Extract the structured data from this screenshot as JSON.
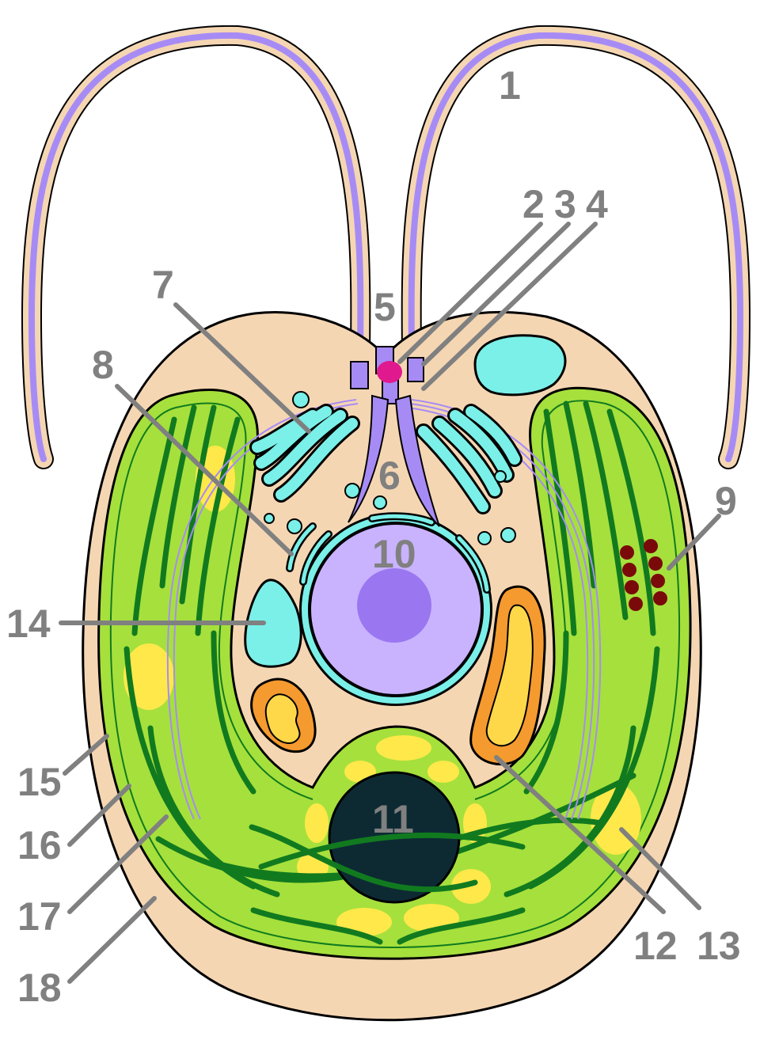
{
  "diagram": {
    "labels": {
      "l1": "1",
      "l2": "2",
      "l3": "3",
      "l4": "4",
      "l5": "5",
      "l6": "6",
      "l7": "7",
      "l8": "8",
      "l9": "9",
      "l10": "10",
      "l11": "11",
      "l12": "12",
      "l13": "13",
      "l14": "14",
      "l15": "15",
      "l16": "16",
      "l17": "17",
      "l18": "18"
    },
    "colors": {
      "cytoplasm": "#f5d6b3",
      "flagellum": "#a78bf5",
      "chloroplast": "#a6e03c",
      "thylakoid": "#117a1f",
      "starch": "#ffe84a",
      "golgi": "#7af0e8",
      "nucleus": "#c9b3ff",
      "nucleolus": "#9a77f0",
      "pyrenoid": "#0d2a33",
      "mitochondrion": "#f59a2e",
      "eyespot": "#7a0a0a",
      "label": "#808080"
    }
  }
}
